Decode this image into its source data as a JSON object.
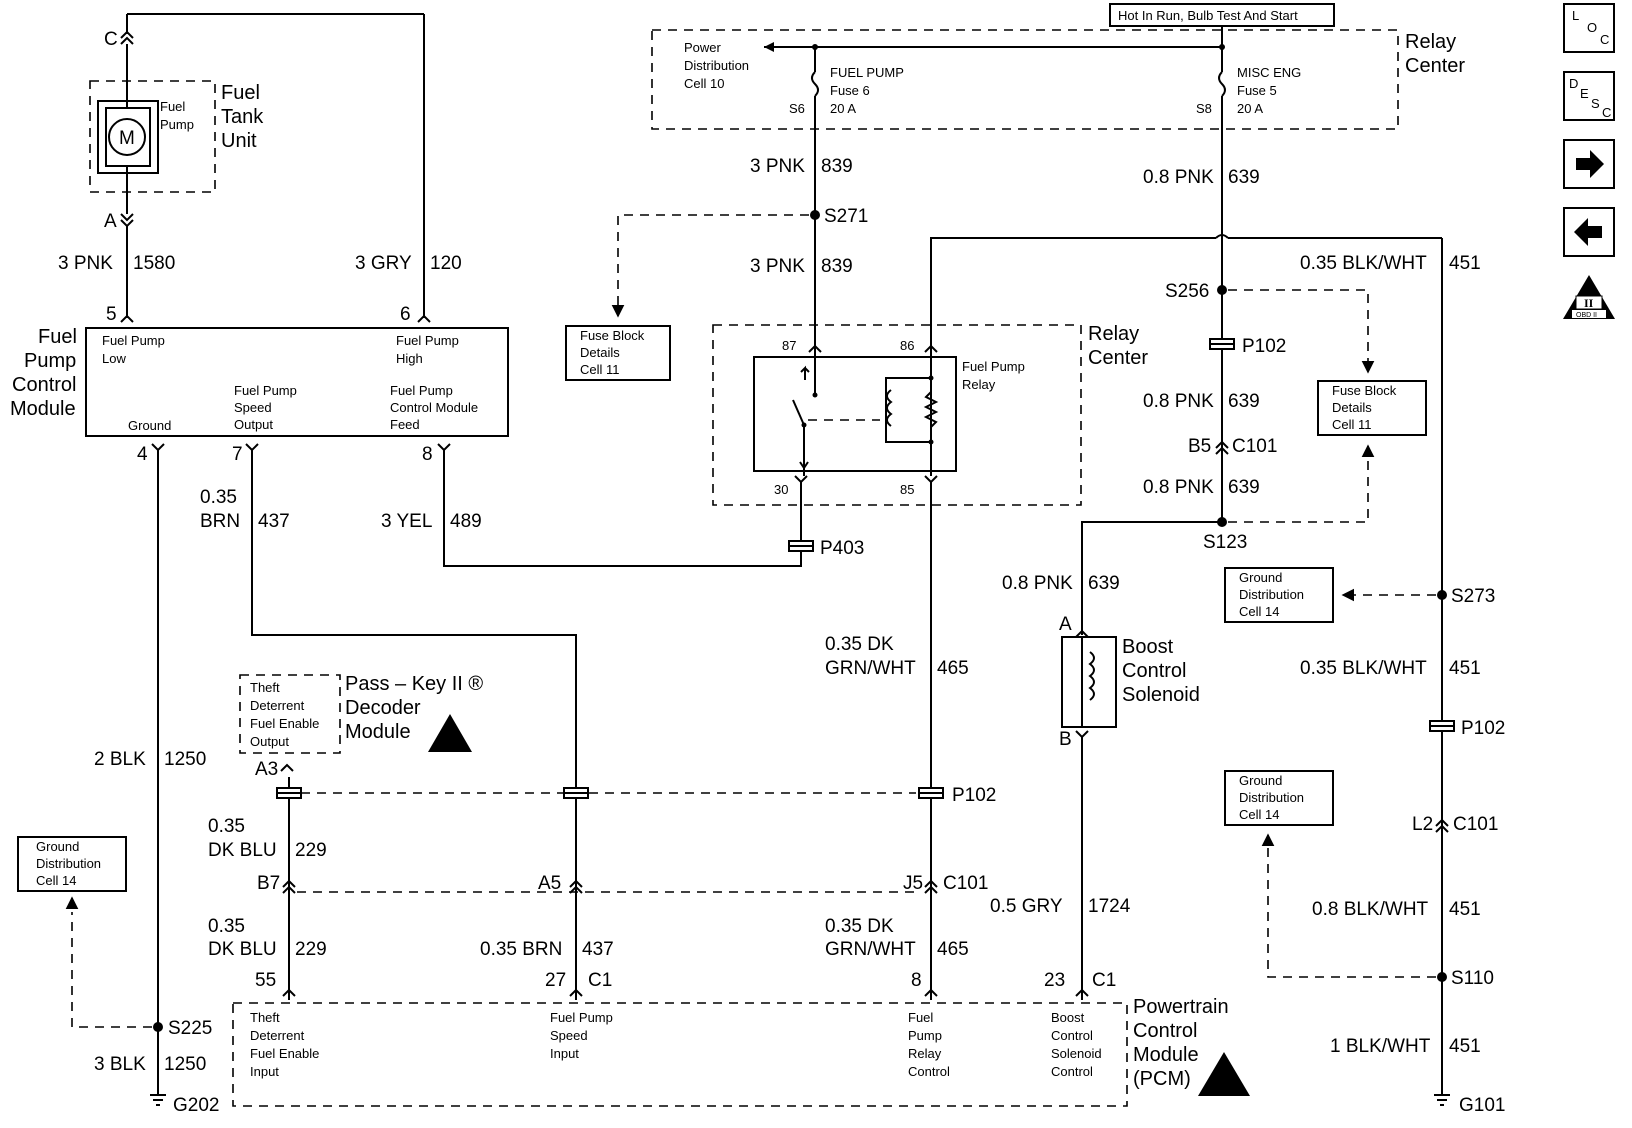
{
  "relay_center_top": {
    "banner": "Hot In Run, Bulb Test And Start",
    "title": [
      "Relay",
      "Center"
    ],
    "power_dist": [
      "Power",
      "Distribution",
      "Cell 10"
    ],
    "fuse_fuel_pump": [
      "FUEL PUMP",
      "Fuse 6",
      "20 A"
    ],
    "fuse_misc_eng": [
      "MISC ENG",
      "Fuse 5",
      "20 A"
    ],
    "splice_left": "S6",
    "splice_right": "S8"
  },
  "fuel_tank_unit": {
    "title": [
      "Fuel",
      "Tank",
      "Unit"
    ],
    "motor": "M",
    "pump_label": [
      "Fuel",
      "Pump"
    ],
    "conn_top": "C",
    "conn_bottom": "A"
  },
  "fpcm": {
    "title": [
      "Fuel",
      "Pump",
      "Control",
      "Module"
    ],
    "pins": [
      "5",
      "6",
      "4",
      "7",
      "8"
    ],
    "labels": {
      "low": [
        "Fuel Pump",
        "Low"
      ],
      "high": [
        "Fuel Pump",
        "High"
      ],
      "ground": [
        "Ground"
      ],
      "speed": [
        "Fuel Pump",
        "Speed",
        "Output"
      ],
      "feed": [
        "Fuel Pump",
        "Control Module",
        "Feed"
      ]
    }
  },
  "relay_center_mid": {
    "title": [
      "Relay",
      "Center"
    ],
    "relay_label": [
      "Fuel Pump",
      "Relay"
    ],
    "pins": [
      "87",
      "86",
      "30",
      "85"
    ]
  },
  "pcm": {
    "title": [
      "Powertrain",
      "Control",
      "Module",
      "(PCM)"
    ],
    "pins": [
      "55",
      "27",
      "C1",
      "8",
      "23",
      "C1"
    ],
    "labels": {
      "theft": [
        "Theft",
        "Deterrent",
        "Fuel Enable",
        "Input"
      ],
      "speed": [
        "Fuel Pump",
        "Speed",
        "Input"
      ],
      "relay": [
        "Fuel",
        "Pump",
        "Relay",
        "Control"
      ],
      "boost": [
        "Boost",
        "Control",
        "Solenoid",
        "Control"
      ]
    }
  },
  "passkey": {
    "title": [
      "Pass – Key II ®",
      "Decoder",
      "Module"
    ],
    "box": [
      "Theft",
      "Deterrent",
      "Fuel Enable",
      "Output"
    ],
    "pin": "A3"
  },
  "solenoid": {
    "title": [
      "Boost",
      "Control",
      "Solenoid"
    ],
    "pin_a": "A",
    "pin_b": "B"
  },
  "ref_boxes": {
    "fuse_block": [
      "Fuse Block",
      "Details",
      "Cell 11"
    ],
    "ground_dist": [
      "Ground",
      "Distribution",
      "Cell 14"
    ]
  },
  "wires": {
    "w1580": [
      "3 PNK",
      "1580"
    ],
    "w120": [
      "3 GRY",
      "120"
    ],
    "w839a": [
      "3 PNK",
      "839"
    ],
    "w839b": [
      "3 PNK",
      "839"
    ],
    "w639a": [
      "0.8 PNK",
      "639"
    ],
    "w451a": [
      "0.35 BLK/WHT",
      "451"
    ],
    "w639b": [
      "0.8 PNK",
      "639"
    ],
    "w639c": [
      "0.8 PNK",
      "639"
    ],
    "w639d": [
      "0.8 PNK",
      "639"
    ],
    "w437a": [
      "0.35",
      "BRN",
      "437"
    ],
    "w489": [
      "3 YEL",
      "489"
    ],
    "w1250a": [
      "2 BLK",
      "1250"
    ],
    "w465a": [
      "0.35 DK",
      "GRN/WHT",
      "465"
    ],
    "w451b": [
      "0.35 BLK/WHT",
      "451"
    ],
    "w229a": [
      "0.35",
      "DK BLU",
      "229"
    ],
    "w229b": [
      "0.35",
      "DK BLU",
      "229"
    ],
    "w437b": [
      "0.35 BRN",
      "437"
    ],
    "w465b": [
      "0.35 DK",
      "GRN/WHT",
      "465"
    ],
    "w1724": [
      "0.5 GRY",
      "1724"
    ],
    "w451c": [
      "0.8 BLK/WHT",
      "451"
    ],
    "w451d": [
      "1 BLK/WHT",
      "451"
    ],
    "w1250b": [
      "3 BLK",
      "1250"
    ]
  },
  "splices": {
    "s271": "S271",
    "s256": "S256",
    "s123": "S123",
    "s273": "S273",
    "s225": "S225",
    "s110": "S110"
  },
  "connectors": {
    "p102a": "P102",
    "p102b": "P102",
    "p102c": "P102",
    "p403": "P403",
    "b5": "B5",
    "c101a": "C101",
    "b7": "B7",
    "a5": "A5",
    "j5": "J5",
    "c101b": "C101",
    "l2": "L2",
    "c101c": "C101"
  },
  "grounds": {
    "g202": "G202",
    "g101": "G101"
  },
  "nav_icons": {
    "loc": [
      "L",
      "O",
      "C"
    ],
    "desc": [
      "D",
      "E",
      "S",
      "C"
    ],
    "obd": "OBD II",
    "obd_numeral": "II",
    "items": [
      "loc-icon",
      "desc-icon",
      "arrow-right-icon",
      "arrow-left-icon",
      "obd-ii-icon"
    ]
  }
}
